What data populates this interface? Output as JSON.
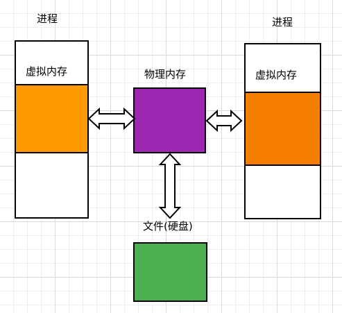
{
  "left_process": {
    "title": "进程",
    "virtual_memory_label": "虚拟内存",
    "color": "#ff9a00"
  },
  "right_process": {
    "title": "进程",
    "virtual_memory_label": "虚拟内存",
    "color": "#f57d00"
  },
  "physical_memory": {
    "label": "物理内存",
    "color": "#9c27b0"
  },
  "disk": {
    "label": "文件(硬盘)",
    "color": "#4caf50"
  },
  "colors": {
    "border": "#000000",
    "arrow_fill": "#ffffff",
    "grid": "#d8d8d8"
  }
}
